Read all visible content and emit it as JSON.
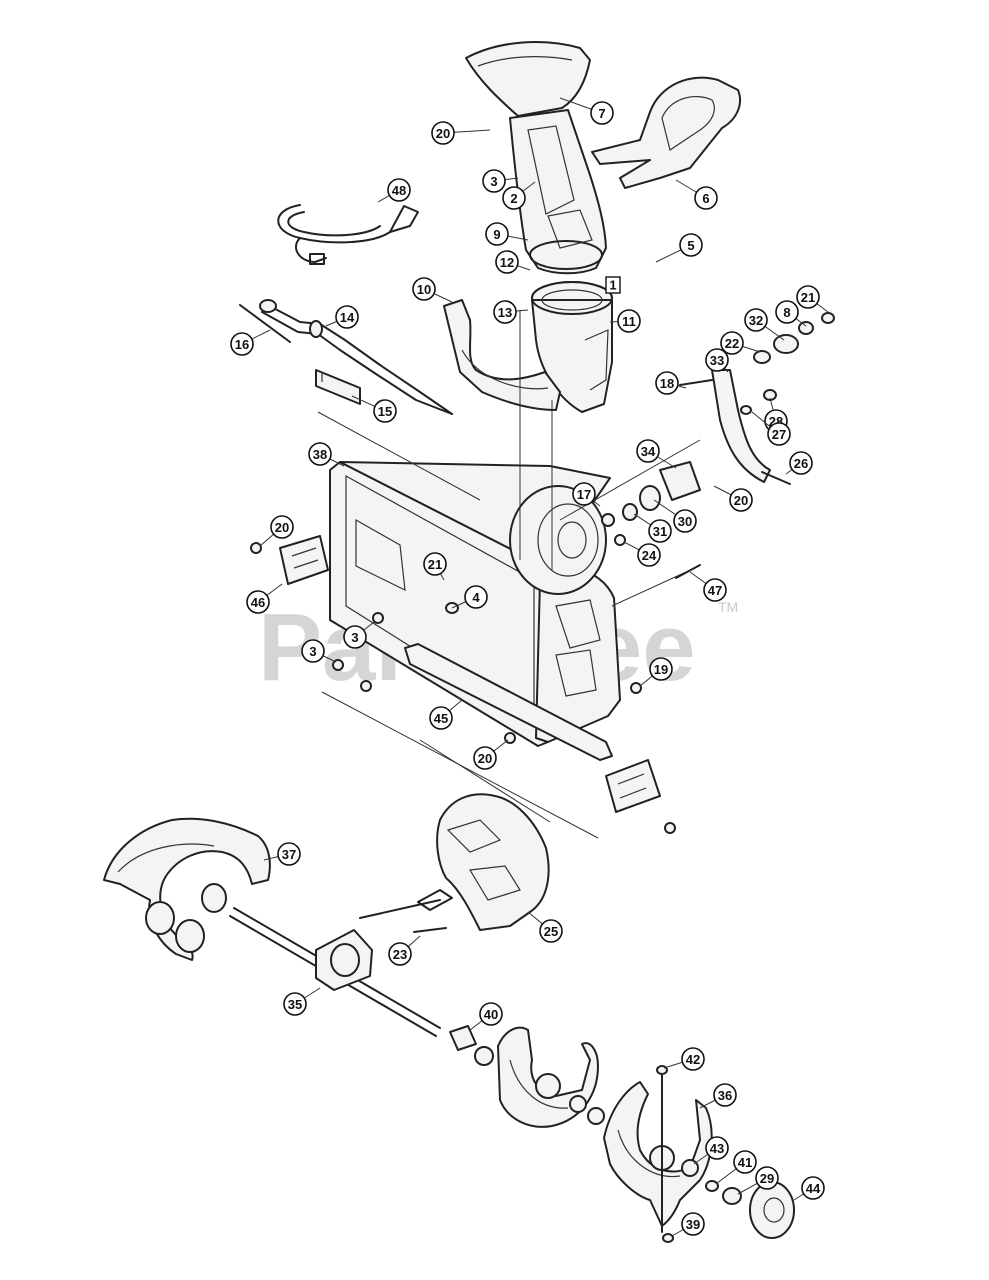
{
  "watermark": {
    "text": "PartsTree",
    "trademark": "TM"
  },
  "box_callout": {
    "label": "1"
  },
  "callouts": [
    "7",
    "20",
    "3",
    "2",
    "6",
    "48",
    "9",
    "5",
    "12",
    "1",
    "13",
    "11",
    "10",
    "21",
    "8",
    "14",
    "32",
    "16",
    "22",
    "33",
    "18",
    "15",
    "28",
    "27",
    "26",
    "34",
    "38",
    "17",
    "20",
    "30",
    "31",
    "20",
    "24",
    "21",
    "4",
    "46",
    "47",
    "3",
    "3",
    "19",
    "45",
    "20",
    "37",
    "25",
    "23",
    "35",
    "40",
    "42",
    "36",
    "43",
    "41",
    "29",
    "44",
    "39"
  ]
}
